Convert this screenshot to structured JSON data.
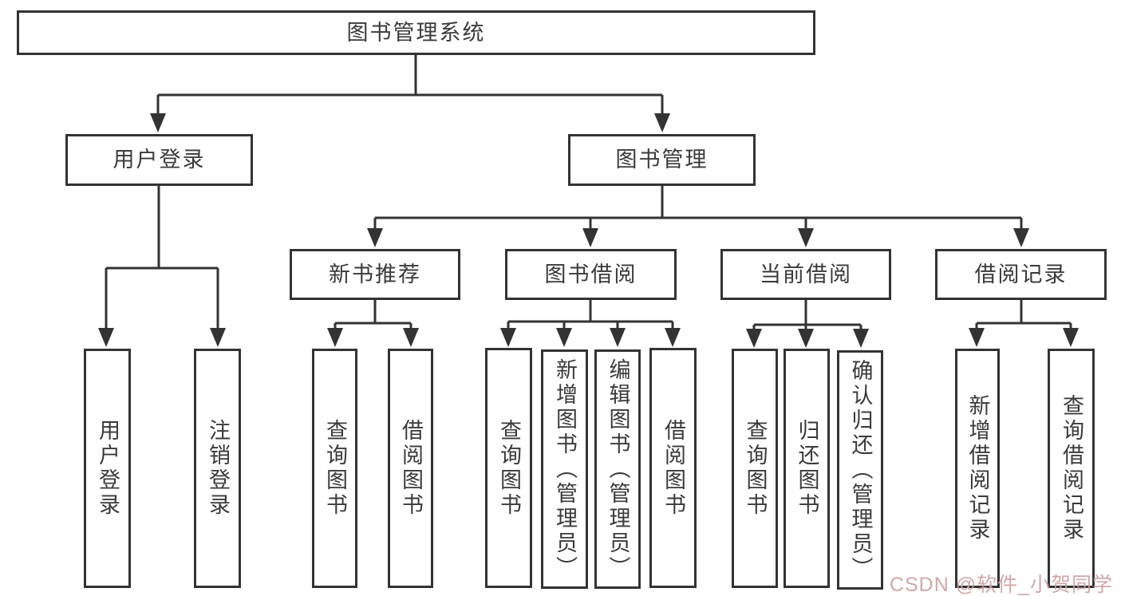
{
  "diagram": {
    "title": "图书管理系统",
    "children": [
      {
        "label": "用户登录",
        "children": [
          {
            "label": "用户登录"
          },
          {
            "label": "注销登录"
          }
        ]
      },
      {
        "label": "图书管理",
        "children": [
          {
            "label": "新书推荐",
            "children": [
              {
                "label": "查询图书"
              },
              {
                "label": "借阅图书"
              }
            ]
          },
          {
            "label": "图书借阅",
            "children": [
              {
                "label": "查询图书"
              },
              {
                "label": "新增图书（管理员）"
              },
              {
                "label": "编辑图书（管理员）"
              },
              {
                "label": "借阅图书"
              }
            ]
          },
          {
            "label": "当前借阅",
            "children": [
              {
                "label": "查询图书"
              },
              {
                "label": "归还图书"
              },
              {
                "label": "确认归还（管理员）"
              }
            ]
          },
          {
            "label": "借阅记录",
            "children": [
              {
                "label": "新增借阅记录"
              },
              {
                "label": "查询借阅记录"
              }
            ]
          }
        ]
      }
    ]
  },
  "watermark": {
    "text": "CSDN @软件_小贺同学"
  },
  "colors": {
    "line": "#333333",
    "border": "#333333",
    "text": "#3a3a3a",
    "watermark": "#cc9e9e",
    "background": "#ffffff"
  }
}
